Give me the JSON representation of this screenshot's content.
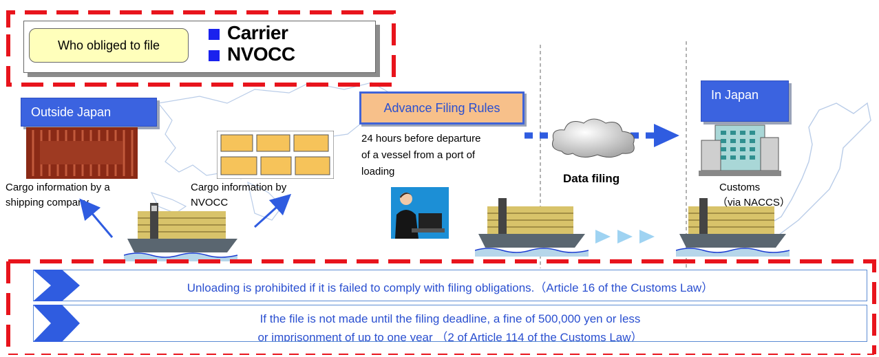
{
  "obliged": {
    "label": "Who obliged to file",
    "items": [
      "Carrier",
      "NVOCC"
    ]
  },
  "outside": {
    "title": "Outside Japan",
    "cargo_shipping": [
      "Cargo information by a",
      "shipping company"
    ],
    "cargo_nvocc": [
      "Cargo information by",
      "NVOCC"
    ]
  },
  "rules": {
    "title": "Advance Filing Rules",
    "desc": [
      "24 hours before departure",
      "of a vessel from a port of",
      "loading"
    ]
  },
  "filing": {
    "label": "Data filing"
  },
  "japan": {
    "title": "In Japan",
    "customs": [
      "Customs",
      "（via NACCS）"
    ]
  },
  "penalties": {
    "line1": "Unloading is prohibited if it is failed to comply with filing obligations.（Article 16 of the Customs Law）",
    "line2a": "If the file is not made until the filing deadline, a fine of 500,000 yen or less",
    "line2b": "or imprisonment of up to one year （2 of Article 114 of the Customs Law）"
  },
  "colors": {
    "accent_red": "#e8141c",
    "accent_blue": "#2f5ce0",
    "label_yellow": "#ffffbb"
  }
}
